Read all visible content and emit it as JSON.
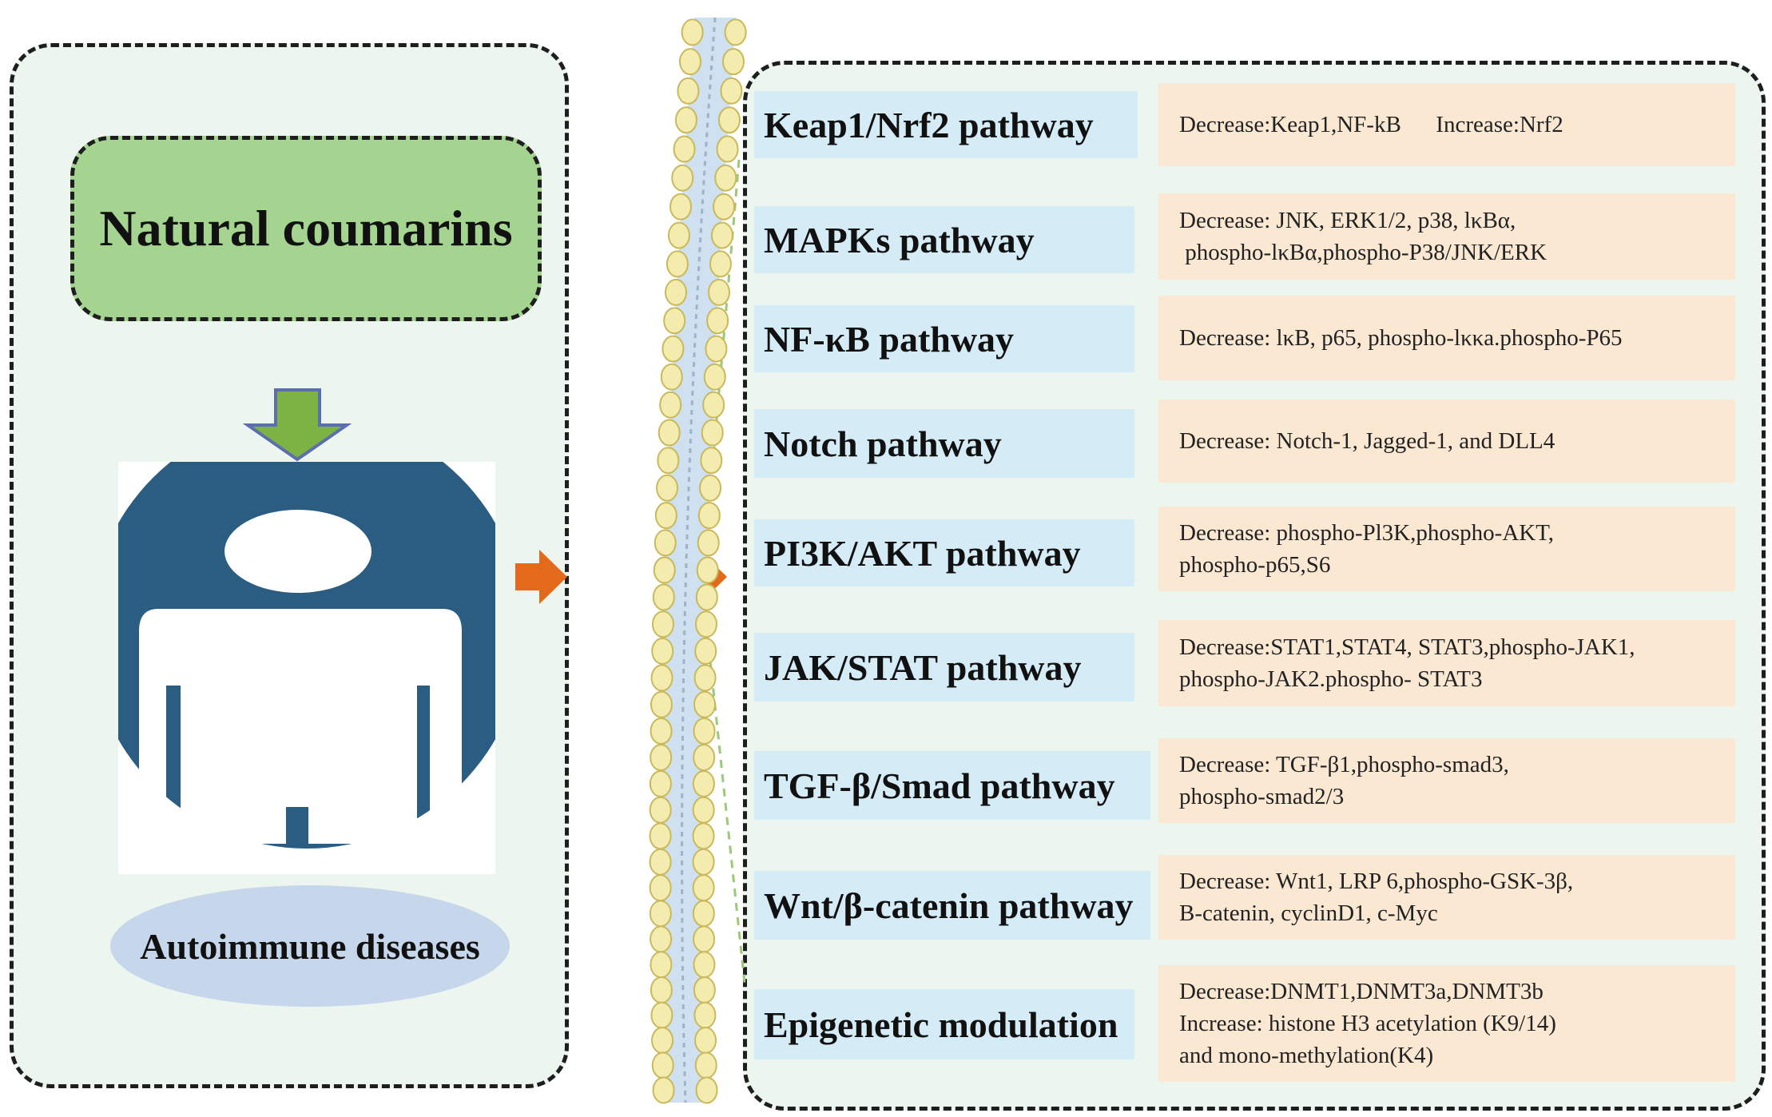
{
  "left_panel": {
    "title": "Natural coumarins",
    "disease_label": "Autoimmune diseases"
  },
  "colors": {
    "panel_bg": "#edf5ef",
    "title_green": "#a5d390",
    "arrow_green": "#7cb342",
    "figure_navy": "#2b5d82",
    "orange_arrow": "#e46a1b",
    "pathway_blue": "#d5ecf6",
    "effect_peach": "#fae8d3",
    "ellipse_blue": "#c6d7ec",
    "membrane_head": "#f3ecae"
  },
  "pathways": [
    {
      "name": "Keap1/Nrf2 pathway",
      "effects": [
        "Decrease:Keap1,NF-kB      Increase:Nrf2"
      ]
    },
    {
      "name": "MAPKs pathway",
      "effects": [
        "Decrease: JNK, ERK1/2, p38, lκBα,",
        " phospho-lκBα,phospho-P38/JNK/ERK"
      ]
    },
    {
      "name": "NF-κB pathway",
      "effects": [
        "Decrease: lκB, p65, phospho-lκκa.phospho-P65"
      ]
    },
    {
      "name": "Notch pathway",
      "effects": [
        "Decrease: Notch-1, Jagged-1, and DLL4"
      ]
    },
    {
      "name": "PI3K/AKT pathway",
      "effects": [
        "Decrease: phospho-Pl3K,phospho-AKT,",
        "phospho-p65,S6"
      ]
    },
    {
      "name": "JAK/STAT pathway",
      "effects": [
        "Decrease:STAT1,STAT4, STAT3,phospho-JAK1,",
        "phospho-JAK2.phospho- STAT3"
      ]
    },
    {
      "name": "TGF-β/Smad pathway",
      "effects": [
        "Decrease: TGF-β1,phospho-smad3,",
        "phospho-smad2/3"
      ]
    },
    {
      "name": "Wnt/β-catenin pathway",
      "effects": [
        "Decrease: Wnt1, LRP 6,phospho-GSK-3β,",
        "B-catenin, cyclinD1, c-Myc"
      ]
    },
    {
      "name": "Epigenetic modulation",
      "effects": [
        "Decrease:DNMT1,DNMT3a,DNMT3b",
        "Increase: histone H3 acetylation (K9/14)",
        "and mono-methylation(K4)"
      ]
    }
  ]
}
